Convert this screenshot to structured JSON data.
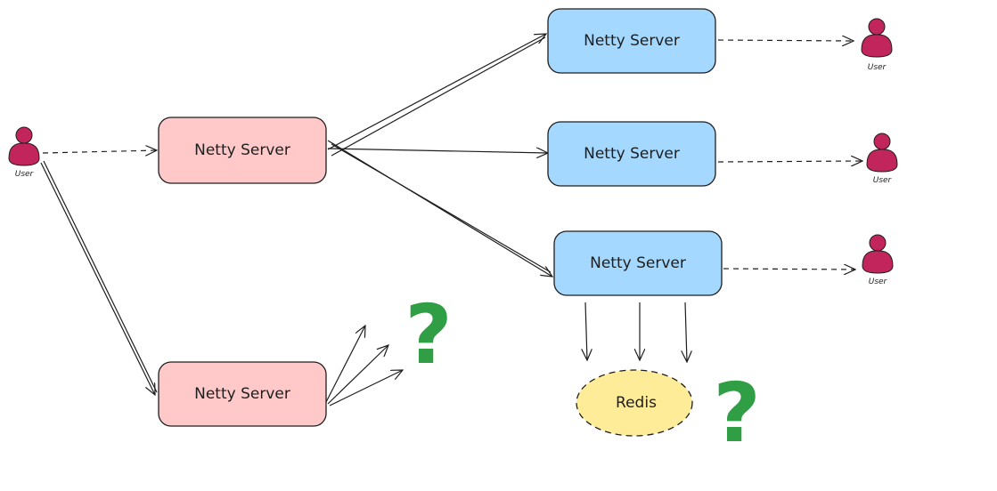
{
  "nodes": {
    "origin_server": "Netty Server",
    "second_server": "Netty Server",
    "target_server_1": "Netty Server",
    "target_server_2": "Netty Server",
    "target_server_3": "Netty Server",
    "redis": "Redis"
  },
  "users": {
    "source": "User",
    "target_1": "User",
    "target_2": "User",
    "target_3": "User"
  },
  "question_marks": [
    "?",
    "?"
  ],
  "colors": {
    "pink_fill": "#ffc9c9",
    "blue_fill": "#a5d8ff",
    "yellow_fill": "#ffec99",
    "user_color": "#c2255c",
    "question_color": "#2f9e44",
    "stroke": "#1e1e1e"
  }
}
